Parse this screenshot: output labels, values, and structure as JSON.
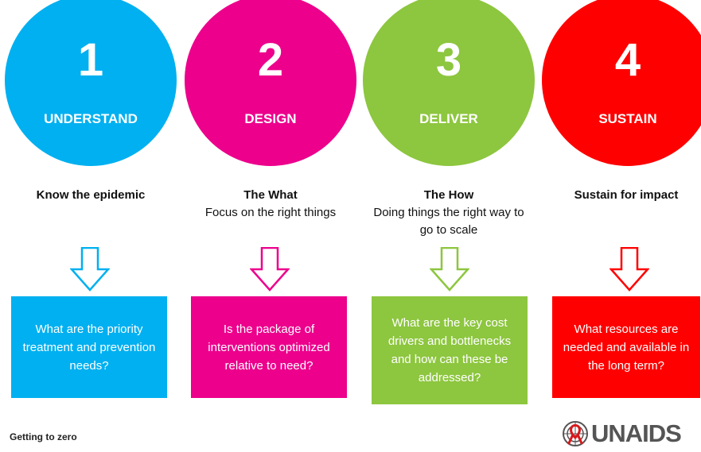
{
  "steps": [
    {
      "number": "1",
      "title": "UNDERSTAND",
      "heading": "Know the epidemic",
      "subtext": "",
      "question": "What are the priority treatment and prevention needs?",
      "color": "#00B0F0"
    },
    {
      "number": "2",
      "title": "DESIGN",
      "heading": "The What",
      "subtext": "Focus on the right things",
      "question": "Is the package of interventions optimized relative to need?",
      "color": "#EC008C"
    },
    {
      "number": "3",
      "title": "DELIVER",
      "heading": "The How",
      "subtext": "Doing things the right way to go to scale",
      "question": "What are the key cost drivers and bottlenecks and how can these be addressed?",
      "color": "#8DC63F"
    },
    {
      "number": "4",
      "title": "SUSTAIN",
      "heading": "Sustain for impact",
      "subtext": "",
      "question": "What resources are needed and available in the long term?",
      "color": "#FF0000"
    }
  ],
  "footer": {
    "tagline": "Getting to zero"
  },
  "logo": {
    "text": "UNAIDS",
    "icon": "un-emblem-ribbon-icon",
    "color": "#555555",
    "ribbon_color": "#D7191C"
  }
}
